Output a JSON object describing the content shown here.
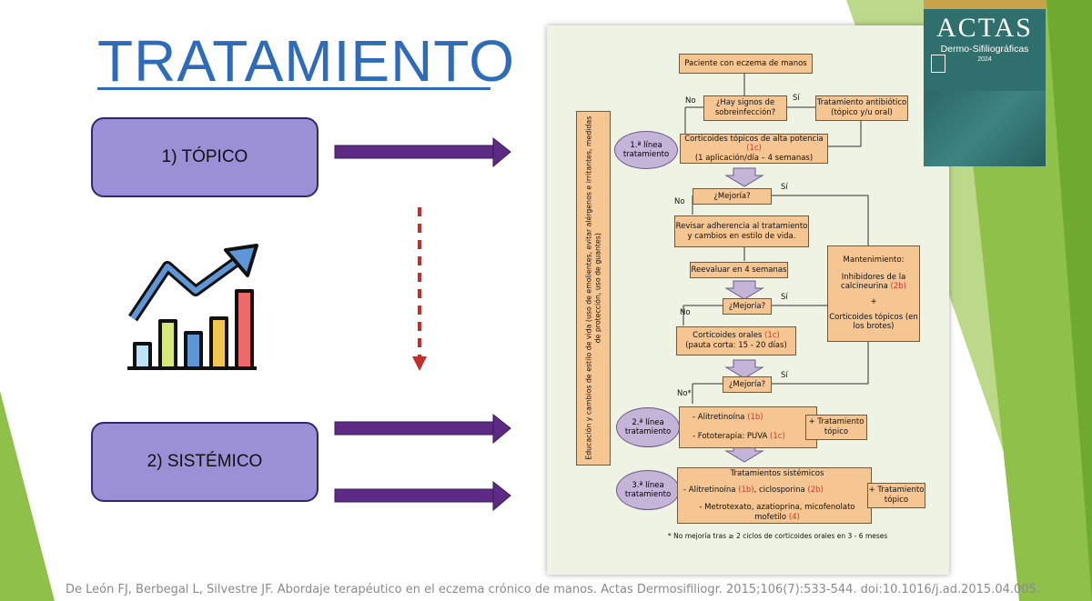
{
  "slide": {
    "title": "TRATAMIENTO",
    "topico_label": "1) TÓPICO",
    "sistemico_label": "2) SISTÉMICO",
    "citation": "De León FJ, Berbegal L, Silvestre JF. Abordaje terapéutico en el eczema crónico de manos. Actas Dermosifiliogr. 2015;106(7):533-544. doi:10.1016/j.ad.2015.04.005."
  },
  "journal": {
    "name": "ACTAS",
    "subtitle": "Dermo-Sifiliográficas",
    "year": "2024"
  },
  "flowchart": {
    "start": "Paciente con eczema de manos",
    "q_sobreinfeccion": "¿Hay signos de sobreinfección?",
    "no": "No",
    "si": "Sí",
    "no_star": "No*",
    "antibiotico": "Tratamiento antibiótico (tópico y/u oral)",
    "linea1": "1.ª línea tratamiento",
    "corticoides_topicos": "Corticoides tópicos de alta potencia",
    "corticoides_topicos_ev": "(1c)",
    "corticoides_topicos_2": "(1 aplicación/día – 4 semanas)",
    "mejoria": "¿Mejoría?",
    "revisar": "Revisar adherencia al tratamiento y cambios en estilo de vida.",
    "reevaluar": "Reevaluar en 4 semanas",
    "corticoides_orales": "Corticoides orales",
    "corticoides_orales_ev": "(1c)",
    "corticoides_orales_2": "(pauta corta: 15 - 20 días)",
    "mantenimiento_title": "Mantenimiento:",
    "mantenimiento_inh": "Inhibidores de la calcineurina",
    "mantenimiento_inh_ev": "(2b)",
    "plus": "+",
    "mantenimiento_ct": "Corticoides tópicos (en los brotes)",
    "educacion": "Educación y cambios de estilo de vida (uso de emolientes, evitar alérgenos e irritantes, medidas de protección, uso de guantes)",
    "linea2": "2.ª línea tratamiento",
    "alitretinoina": "- Alitretinoína",
    "alitretinoina_ev": "(1b)",
    "fototerapia": "- Fototerapia: PUVA",
    "fototerapia_ev": "(1c)",
    "mas_topico": "+ Tratamiento tópico",
    "linea3": "3.ª línea tratamiento",
    "sistemicos_title": "Tratamientos sistémicos",
    "sist_1a": "- Alitretinoína",
    "sist_1a_ev": "(1b)",
    "sist_1b": ", ciclosporina",
    "sist_1b_ev": "(2b)",
    "sist_2": "- Metrotexato, azatioprina, micofenolato mofetilo",
    "sist_2_ev": "(4)",
    "footnote": "* No mejoría tras ≥ 2 ciclos de corticoides orales en 3 - 6 meses"
  },
  "colors": {
    "title": "#2e6bb8",
    "pill_fill": "#9b8fd6",
    "arrow": "#5d2a86",
    "dashed_arrow": "#c0302a",
    "green_accent": "#7ab83a",
    "box_fill": "#f5c592"
  }
}
